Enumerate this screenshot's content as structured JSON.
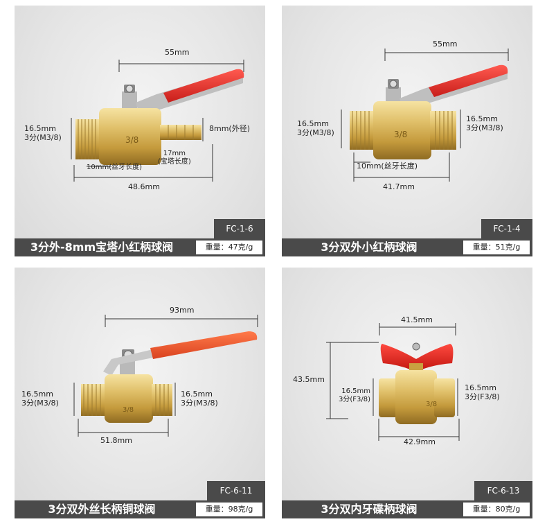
{
  "cards": [
    {
      "code": "FC-1-6",
      "title": "3分外-8mm宝塔小红柄球阀",
      "weight": "重量：47克/g",
      "dims": {
        "handle": "55mm",
        "left_line1": "16.5mm",
        "left_line2": "3分(M3/8)",
        "barb_od": "8mm(外径)",
        "thread_len": "10mm(丝牙长度)",
        "barb_len_line1": "17mm",
        "barb_len_line2": "(宝塔长度)",
        "total": "48.6mm"
      },
      "body_mark": "3/8"
    },
    {
      "code": "FC-1-4",
      "title": "3分双外小红柄球阀",
      "weight": "重量：51克/g",
      "dims": {
        "handle": "55mm",
        "left_line1": "16.5mm",
        "left_line2": "3分(M3/8)",
        "right_line1": "16.5mm",
        "right_line2": "3分(M3/8)",
        "thread_len": "10mm(丝牙长度)",
        "total": "41.7mm"
      },
      "body_mark": "3/8"
    },
    {
      "code": "FC-6-11",
      "title": "3分双外丝长柄铜球阀",
      "weight": "重量：98克/g",
      "dims": {
        "handle": "93mm",
        "left_line1": "16.5mm",
        "left_line2": "3分(M3/8)",
        "right_line1": "16.5mm",
        "right_line2": "3分(M3/8)",
        "total": "51.8mm"
      },
      "body_mark": "3/8"
    },
    {
      "code": "FC-6-13",
      "title": "3分双内牙碟柄球阀",
      "weight": "重量：80克/g",
      "dims": {
        "handle": "41.5mm",
        "height": "43.5mm",
        "left_line1": "16.5mm",
        "left_line2": "3分(F3/8)",
        "right_line1": "16.5mm",
        "right_line2": "3分(F3/8)",
        "total": "42.9mm"
      },
      "body_mark": "3/8"
    }
  ],
  "colors": {
    "band": "#4a4a4a",
    "handle_red": "#e8302b",
    "brass": "#d9b75a"
  }
}
